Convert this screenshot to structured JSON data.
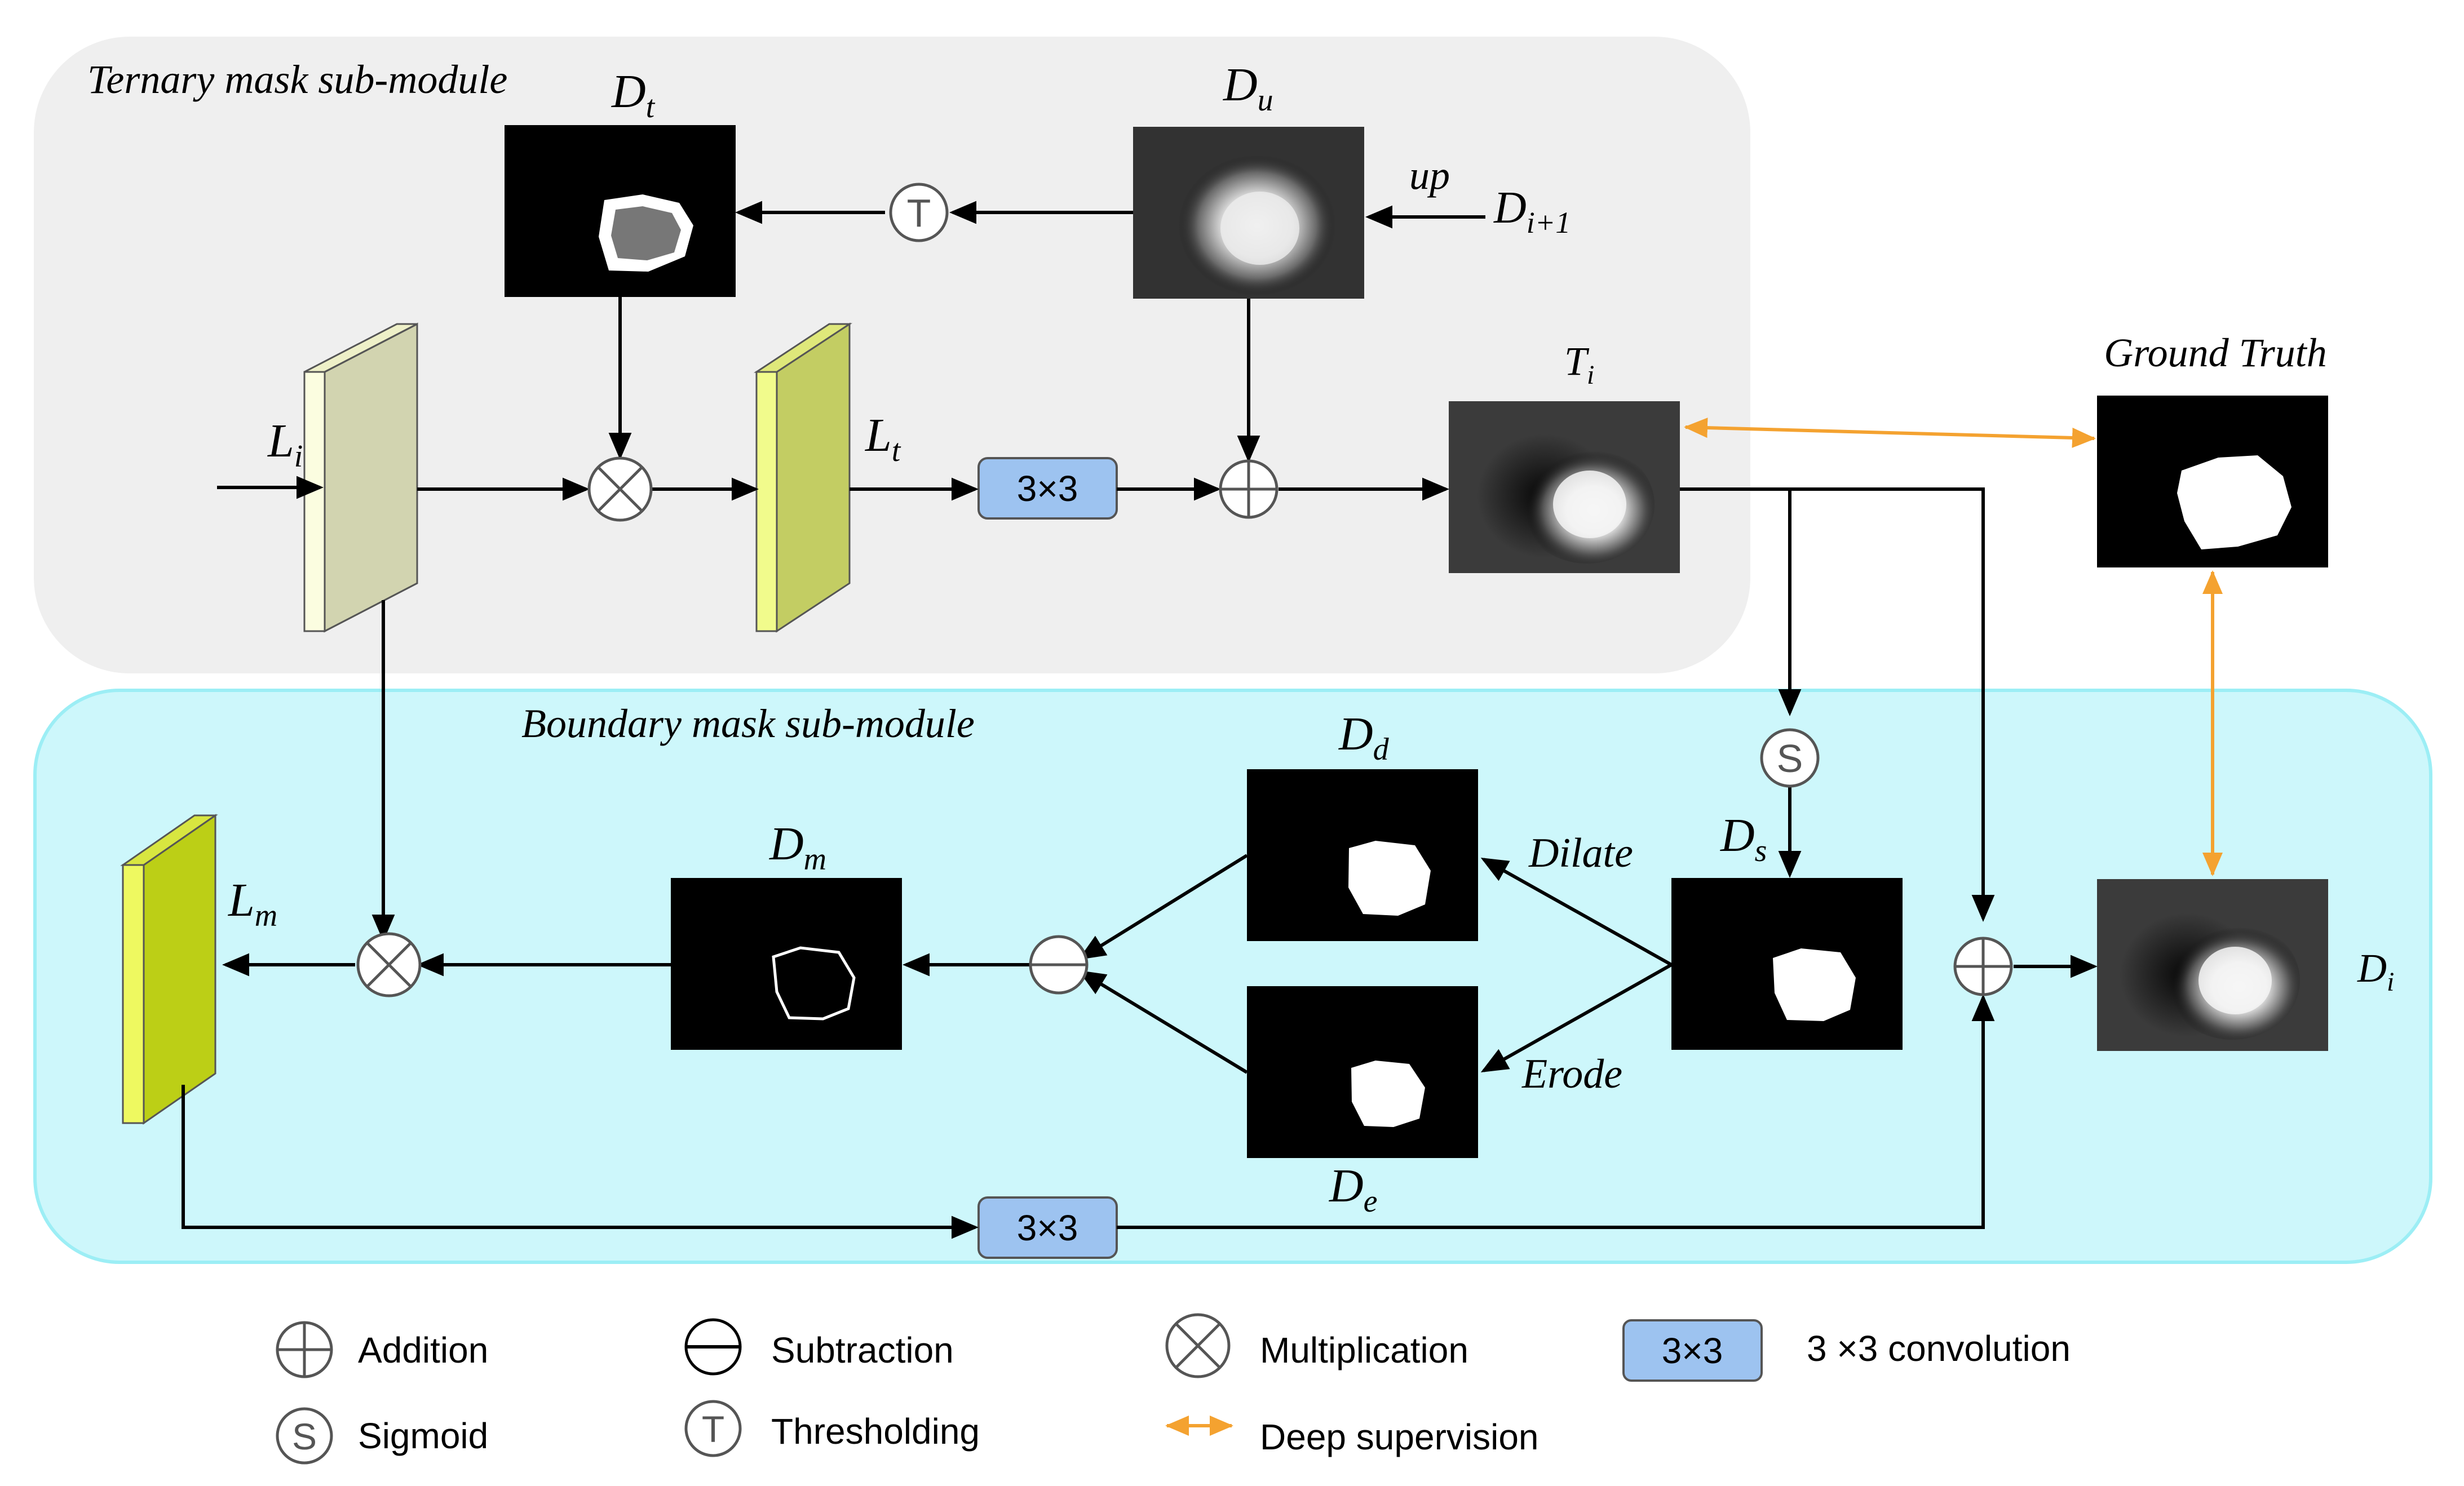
{
  "modules": {
    "ternary": {
      "title": "Ternary mask sub-module"
    },
    "boundary": {
      "title": "Boundary mask sub-module"
    }
  },
  "labels": {
    "Dt": {
      "main": "D",
      "sub": "t"
    },
    "Du": {
      "main": "D",
      "sub": "u"
    },
    "Di1": {
      "main": "D",
      "sub": "i+1"
    },
    "up": "up",
    "Li": {
      "main": "L",
      "sub": "i"
    },
    "Lt": {
      "main": "L",
      "sub": "t"
    },
    "Ti": {
      "main": "T",
      "sub": "i"
    },
    "ground_truth": "Ground Truth",
    "Dd": {
      "main": "D",
      "sub": "d"
    },
    "De": {
      "main": "D",
      "sub": "e"
    },
    "Dm": {
      "main": "D",
      "sub": "m"
    },
    "Ds": {
      "main": "D",
      "sub": "s"
    },
    "Lm": {
      "main": "L",
      "sub": "m"
    },
    "Di": {
      "main": "D",
      "sub": "i"
    },
    "dilate": "Dilate",
    "erode": "Erode"
  },
  "conv_label": "3×3",
  "legend": {
    "addition": "Addition",
    "subtraction": "Subtraction",
    "multiplication": "Multiplication",
    "conv_box": "3×3",
    "conv_desc": "3 ×3 convolution",
    "sigmoid": "Sigmoid",
    "thresholding": "Thresholding",
    "deep_supervision": "Deep supervision"
  },
  "operator_glyphs": {
    "threshold": "T",
    "sigmoid": "S"
  },
  "colors": {
    "ternary_bg": "#efefef",
    "boundary_bg": "#cdf7fb",
    "boundary_border": "#9ceef5",
    "conv_fill": "#9dc3f0",
    "deep_supervision": "#f4a230",
    "Li_front": "#d2d4b0",
    "Li_side": "#fbfde0",
    "Lt_front": "#c3cd63",
    "Lt_side": "#f1fb8c",
    "Lm_front": "#bccf16",
    "Lm_side": "#eef960"
  }
}
